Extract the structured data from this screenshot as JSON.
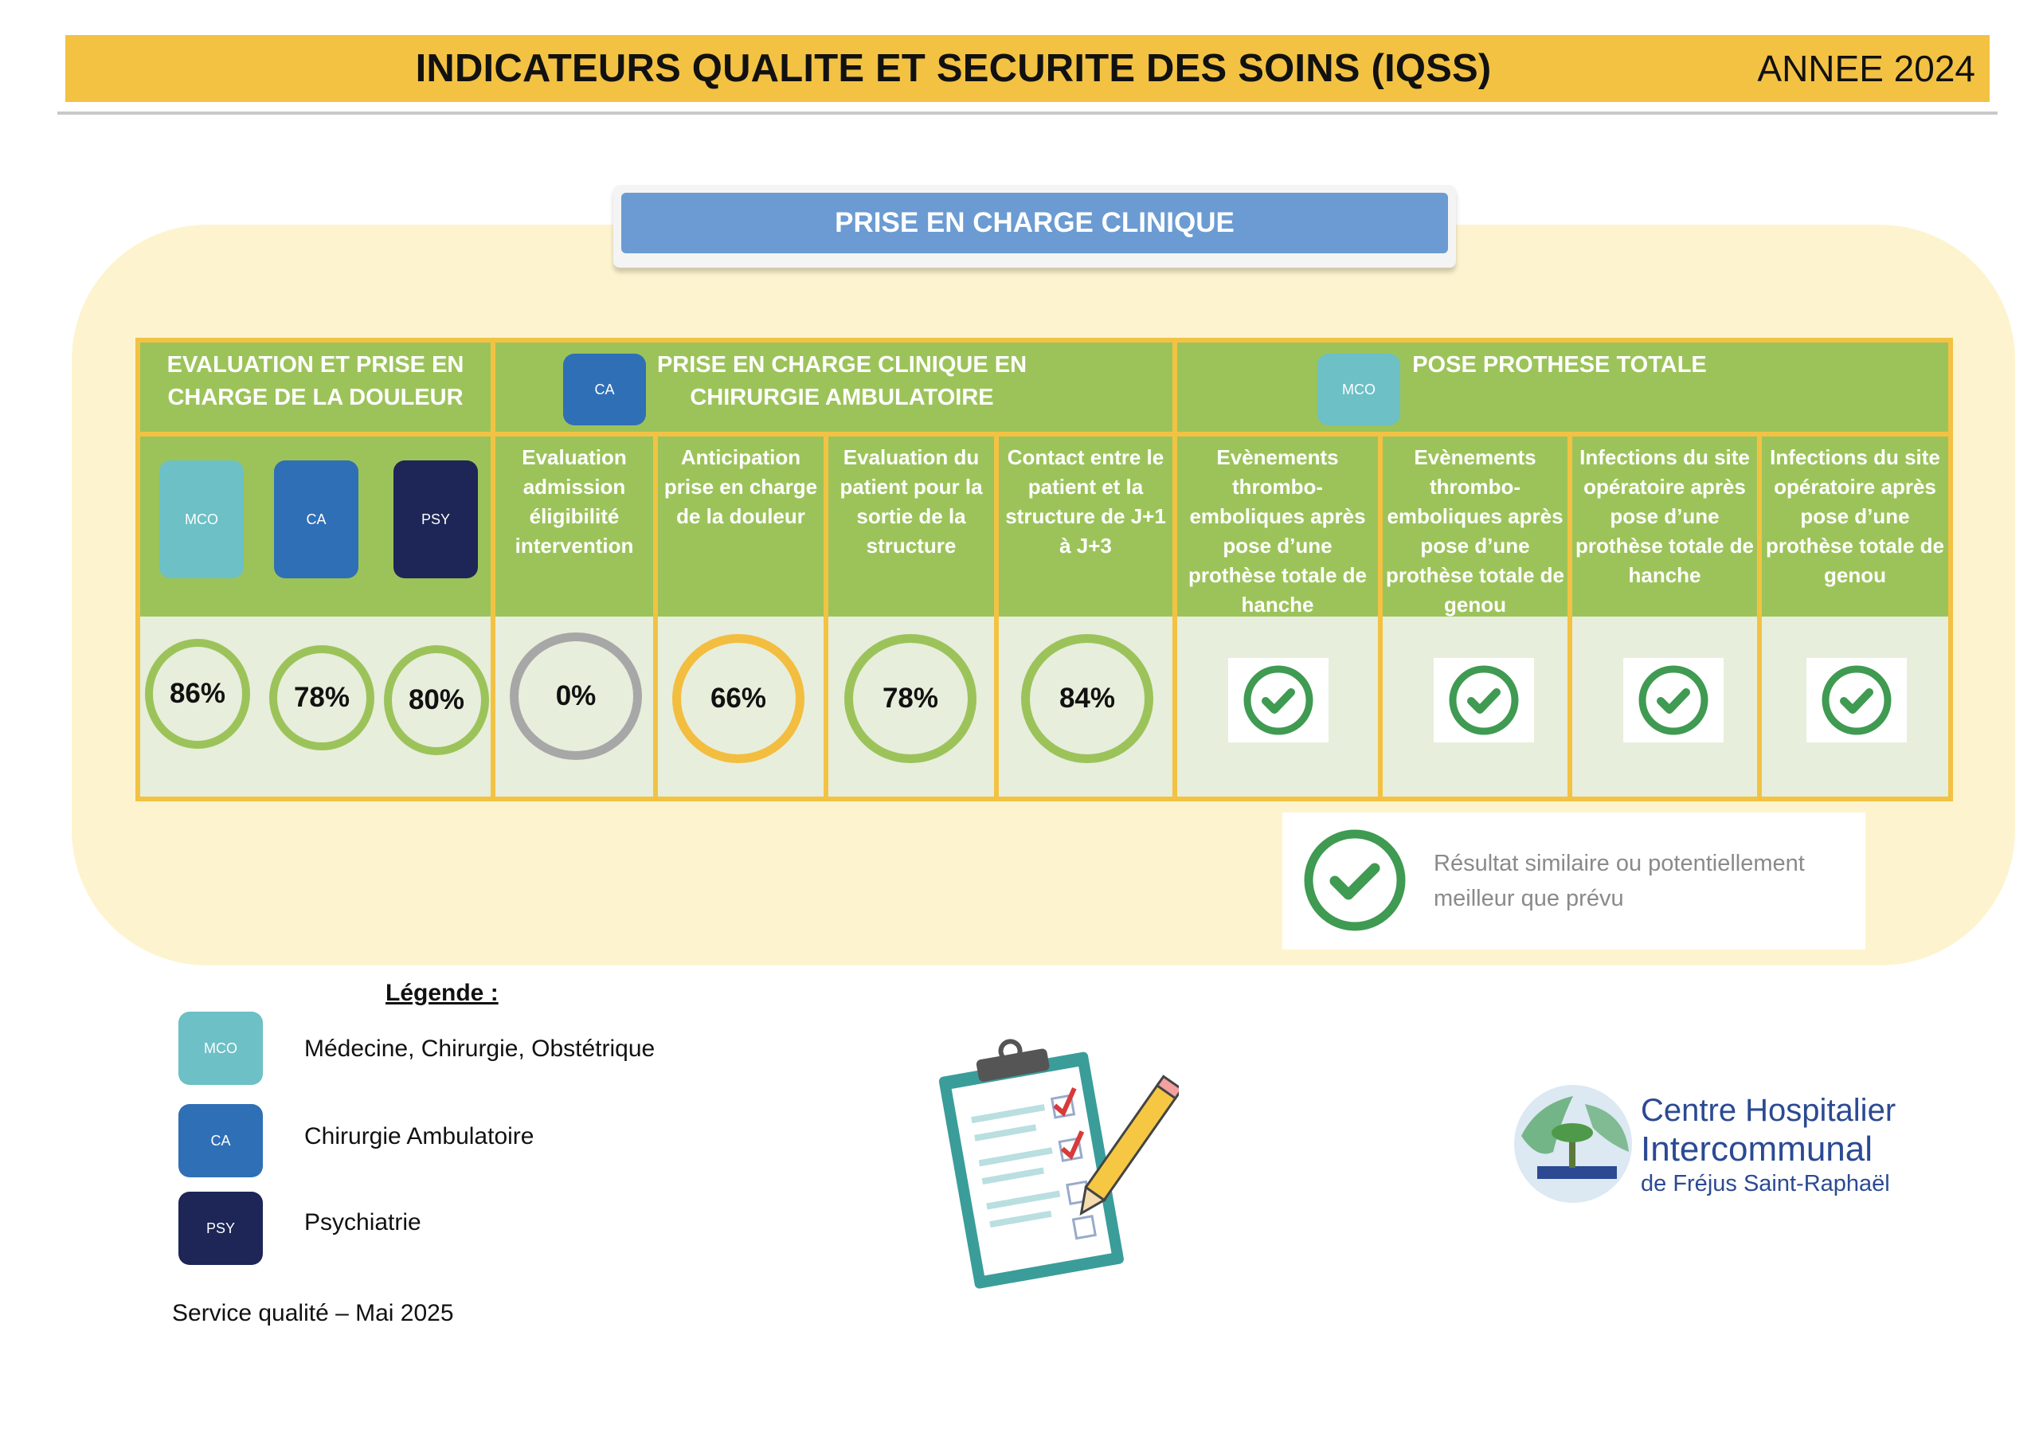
{
  "header": {
    "title": "INDICATEURS QUALITE ET SECURITE DES SOINS (IQSS)",
    "year": "ANNEE 2024"
  },
  "section": {
    "title": "PRISE EN CHARGE CLINIQUE"
  },
  "badges": {
    "mco": "MCO",
    "ca": "CA",
    "psy": "PSY"
  },
  "groups": {
    "pain": "EVALUATION ET PRISE EN CHARGE DE LA DOULEUR",
    "ambulatory": "PRISE EN CHARGE CLINIQUE EN CHIRURGIE AMBULATOIRE",
    "prosthesis": "POSE PROTHESE TOTALE"
  },
  "indicators": {
    "amb1": "Evaluation admission éligibilité intervention",
    "amb2": "Anticipation prise en charge de la douleur",
    "amb3": "Evaluation du patient pour la sortie de la structure",
    "amb4": "Contact entre le patient et la structure de J+1 à J+3",
    "pros1": "Evènements thrombo-emboliques après pose d’une prothèse totale de hanche",
    "pros2": "Evènements thrombo-emboliques après pose d’une prothèse totale de genou",
    "pros3": "Infections du site opératoire après pose d’une prothèse totale de hanche",
    "pros4": "Infections du site opératoire après pose d’une prothèse totale de genou"
  },
  "values": {
    "pain_mco": "86%",
    "pain_ca": "78%",
    "pain_psy": "80%",
    "amb1": "0%",
    "amb2": "66%",
    "amb3": "78%",
    "amb4": "84%"
  },
  "colors": {
    "ring_green": "#9cc35a",
    "ring_grey": "#a7a7a7",
    "ring_orange": "#f3bd3f",
    "check_green": "#3f9a52",
    "header_yellow": "#f3c243",
    "table_green": "#9cc35a",
    "tab_blue": "#6b9bd2"
  },
  "result_note": "Résultat similaire ou potentiellement meilleur que prévu",
  "legend": {
    "title": "Légende :",
    "items": [
      {
        "badge": "MCO",
        "label": "Médecine, Chirurgie, Obstétrique"
      },
      {
        "badge": "CA",
        "label": "Chirurgie Ambulatoire"
      },
      {
        "badge": "PSY",
        "label": "Psychiatrie"
      }
    ]
  },
  "footer": {
    "note": "Service qualité – Mai 2025"
  },
  "logo": {
    "line1": "Centre Hospitalier",
    "line2": "Intercommunal",
    "line3": "de Fréjus Saint-Raphaël"
  }
}
